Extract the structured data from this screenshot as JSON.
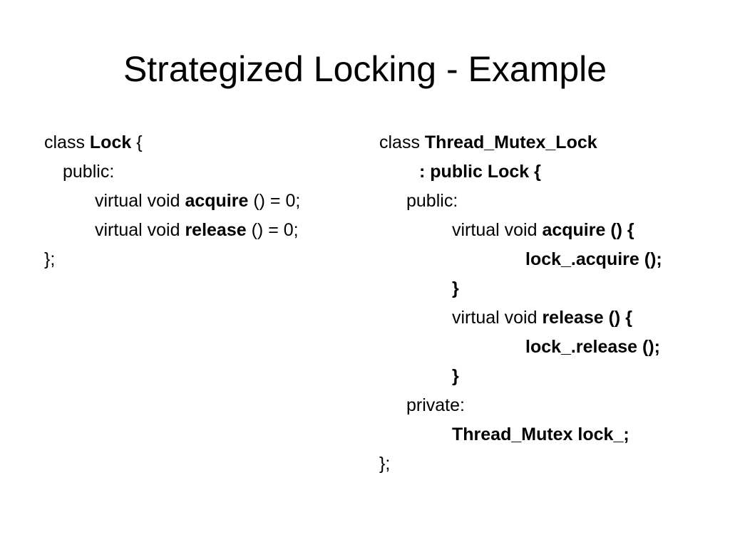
{
  "title": "Strategized Locking - Example",
  "left_code": {
    "line1": {
      "kw": "class ",
      "name": "Lock",
      "rest": " {"
    },
    "line2": "public:",
    "line3": {
      "pre": "virtual void ",
      "name": "acquire",
      "rest": " () = 0;"
    },
    "line4": {
      "pre": "virtual void ",
      "name": "release",
      "rest": " () = 0;"
    },
    "line5": "};"
  },
  "right_code": {
    "line1": {
      "kw": "class ",
      "name": "Thread_Mutex_Lock"
    },
    "line2": ": public Lock {",
    "line3": "public:",
    "line4": {
      "pre": "virtual void ",
      "bold": "acquire () {"
    },
    "line5": "lock_.acquire ();",
    "line6": "}",
    "line7": {
      "pre": "virtual void ",
      "bold": "release () {"
    },
    "line8": "lock_.release ();",
    "line9": "}",
    "line10": "private:",
    "line11": "Thread_Mutex lock_;",
    "line12": "};"
  }
}
